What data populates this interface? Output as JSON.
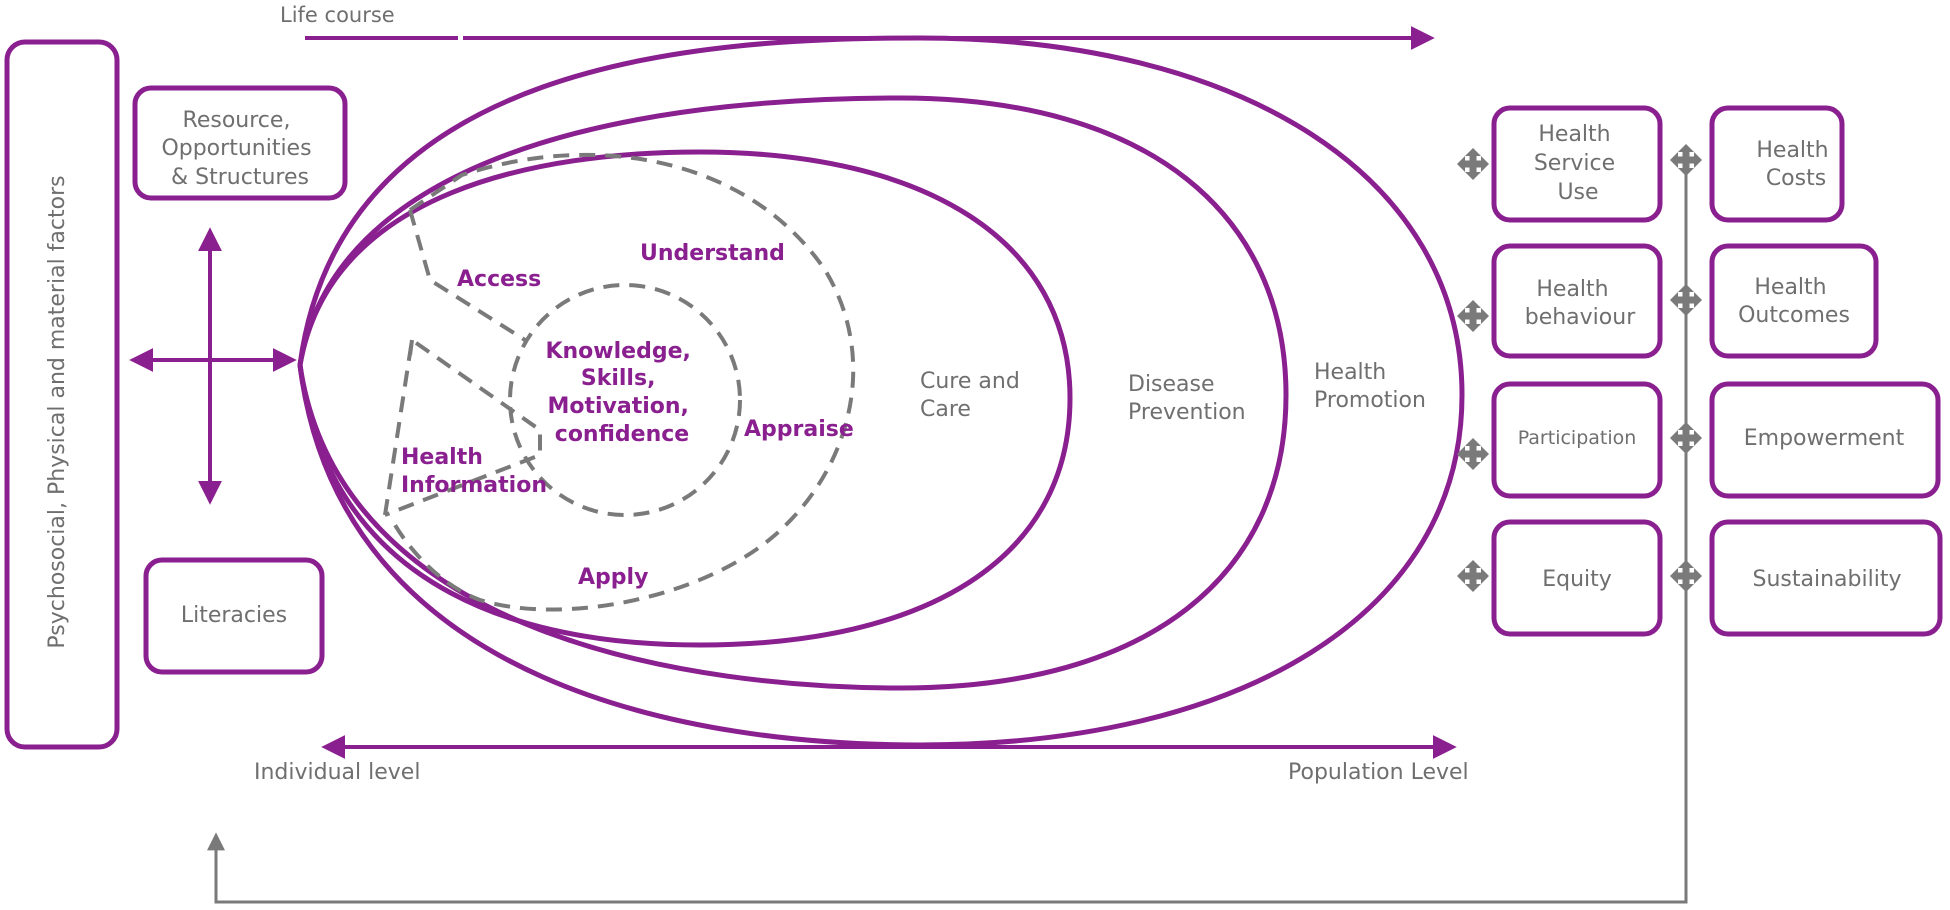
{
  "colors": {
    "primary": "#8a1f8f",
    "text_grey": "#6f6f6f",
    "dashed": "#7a7a7a",
    "connector": "#7a7a7a"
  },
  "axes": {
    "life_course": "Life course",
    "individual_level": "Individual level",
    "population_level": "Population Level"
  },
  "left_panel": {
    "vertical_label": "Psychosocial, Physical and material factors",
    "resource_box": [
      "Resource,",
      "Opportunities",
      "& Structures"
    ],
    "literacies_box": "Literacies"
  },
  "ellipses": {
    "cure_and_care": [
      "Cure and",
      "Care"
    ],
    "disease_prevention": [
      "Disease",
      "Prevention"
    ],
    "health_promotion": [
      "Health",
      "Promotion"
    ]
  },
  "literacy_cycle": {
    "access": "Access",
    "understand": "Understand",
    "appraise": "Appraise",
    "apply": "Apply",
    "health_information": [
      "Health",
      "Information"
    ],
    "core": [
      "Knowledge,",
      "Skills,",
      "Motivation,",
      "confidence"
    ]
  },
  "outcomes_left_column": [
    {
      "id": "health-service-use",
      "lines": [
        "Health",
        "Service",
        "Use"
      ]
    },
    {
      "id": "health-behaviour",
      "lines": [
        "Health",
        "behaviour"
      ]
    },
    {
      "id": "participation",
      "lines": [
        "Participation"
      ]
    },
    {
      "id": "equity",
      "lines": [
        "Equity"
      ]
    }
  ],
  "outcomes_right_column": [
    {
      "id": "health-costs",
      "lines": [
        "Health",
        "Costs"
      ]
    },
    {
      "id": "health-outcomes",
      "lines": [
        "Health",
        "Outcomes"
      ]
    },
    {
      "id": "empowerment",
      "lines": [
        "Empowerment"
      ]
    },
    {
      "id": "sustainability",
      "lines": [
        "Sustainability"
      ]
    }
  ],
  "icons": {
    "move_arrows": "four-way-arrow-icon"
  }
}
